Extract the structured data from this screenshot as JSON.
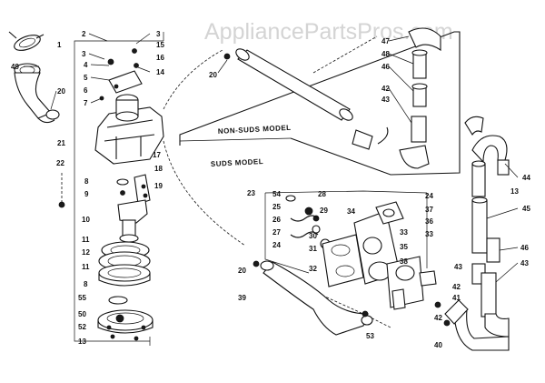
{
  "watermark": "AppliancePartsPros.com",
  "labels": {
    "non_suds_model": "NON-SUDS MODEL",
    "suds_model": "SUDS MODEL"
  },
  "part_numbers": {
    "p1": "1",
    "p2": "2",
    "p3": "3",
    "p4": "4",
    "p5": "5",
    "p6": "6",
    "p7": "7",
    "p8": "8",
    "p9": "9",
    "p10": "10",
    "p11a": "11",
    "p11b": "11",
    "p12": "12",
    "p13": "13",
    "p14": "14",
    "p15": "15",
    "p16": "16",
    "p17": "17",
    "p18": "18",
    "p19": "19",
    "p20a": "20",
    "p20b": "20",
    "p20c": "20",
    "p21": "21",
    "p22": "22",
    "p23": "23",
    "p24": "24",
    "p25": "25",
    "p26": "26",
    "p27": "27",
    "p28": "28",
    "p29": "29",
    "p30": "30",
    "p31": "31",
    "p32": "32",
    "p33": "33",
    "p34": "34",
    "p35": "35",
    "p36": "36",
    "p37": "37",
    "p38": "38",
    "p39": "39",
    "p40": "40",
    "p41": "41",
    "p42a": "42",
    "p42b": "42",
    "p42c": "42",
    "p43a": "43",
    "p43b": "43",
    "p43c": "43",
    "p44": "44",
    "p45": "45",
    "p46a": "46",
    "p46b": "46",
    "p47": "47",
    "p48": "48",
    "p49": "49",
    "p50": "50",
    "p52": "52",
    "p53": "53",
    "p54": "54",
    "p55": "55",
    "p3b": "3",
    "p8b": "8"
  }
}
